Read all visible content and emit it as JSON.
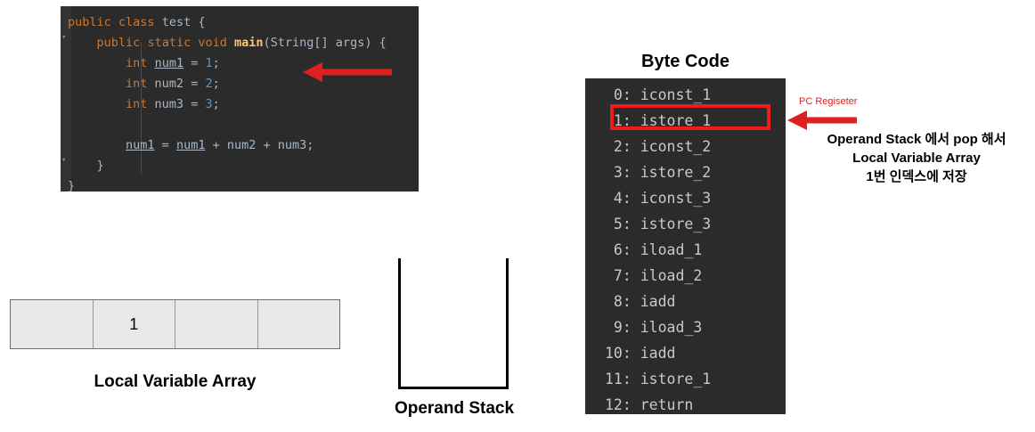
{
  "code_panel": {
    "name": "java-source-editor",
    "language": "java",
    "background": "#2b2b2b",
    "colors": {
      "keyword": "#cc7832",
      "number": "#6897bb",
      "method": "#ffc66d",
      "plain": "#a9b7c6",
      "gutter": "#313335"
    },
    "lines": [
      {
        "tokens": [
          {
            "t": "public",
            "c": "kw"
          },
          {
            "t": " ",
            "c": "pln"
          },
          {
            "t": "class",
            "c": "kw"
          },
          {
            "t": " test ",
            "c": "pln"
          },
          {
            "t": "{",
            "c": "pln"
          }
        ]
      },
      {
        "tokens": [
          {
            "t": "    ",
            "c": "pln"
          },
          {
            "t": "public",
            "c": "kw"
          },
          {
            "t": " ",
            "c": "pln"
          },
          {
            "t": "static",
            "c": "kw"
          },
          {
            "t": " ",
            "c": "pln"
          },
          {
            "t": "void",
            "c": "kw"
          },
          {
            "t": " ",
            "c": "pln"
          },
          {
            "t": "main",
            "c": "mth"
          },
          {
            "t": "(String[] args) {",
            "c": "pln"
          }
        ]
      },
      {
        "tokens": [
          {
            "t": "        ",
            "c": "pln"
          },
          {
            "t": "int",
            "c": "typ"
          },
          {
            "t": " ",
            "c": "pln"
          },
          {
            "t": "num1",
            "c": "und"
          },
          {
            "t": " = ",
            "c": "pln"
          },
          {
            "t": "1",
            "c": "num"
          },
          {
            "t": ";",
            "c": "pln"
          }
        ]
      },
      {
        "tokens": [
          {
            "t": "        ",
            "c": "pln"
          },
          {
            "t": "int",
            "c": "typ"
          },
          {
            "t": " num2 = ",
            "c": "pln"
          },
          {
            "t": "2",
            "c": "num"
          },
          {
            "t": ";",
            "c": "pln"
          }
        ]
      },
      {
        "tokens": [
          {
            "t": "        ",
            "c": "pln"
          },
          {
            "t": "int",
            "c": "typ"
          },
          {
            "t": " num3 = ",
            "c": "pln"
          },
          {
            "t": "3",
            "c": "num"
          },
          {
            "t": ";",
            "c": "pln"
          }
        ]
      },
      {
        "tokens": [
          {
            "t": "",
            "c": "pln"
          }
        ]
      },
      {
        "tokens": [
          {
            "t": "        ",
            "c": "pln"
          },
          {
            "t": "num1",
            "c": "und"
          },
          {
            "t": " = ",
            "c": "pln"
          },
          {
            "t": "num1",
            "c": "und"
          },
          {
            "t": " + num2 + num3;",
            "c": "pln"
          }
        ]
      },
      {
        "tokens": [
          {
            "t": "    }",
            "c": "pln"
          }
        ]
      },
      {
        "tokens": [
          {
            "t": "}",
            "c": "pln"
          }
        ]
      }
    ],
    "fold_marks": [
      "⌵",
      "⌵"
    ],
    "arrow": {
      "name": "code-pointer-arrow",
      "direction": "left",
      "color": "#e02020"
    }
  },
  "local_variable_array": {
    "caption": "Local Variable Array",
    "cells": [
      "",
      "1",
      "",
      ""
    ],
    "fill": "#e8e8e8",
    "border": "#6e6e6e"
  },
  "operand_stack": {
    "caption": "Operand Stack",
    "items": [],
    "border": "#000000"
  },
  "byte_code": {
    "title": "Byte Code",
    "background": "#2b2b2b",
    "instructions": [
      {
        "index": "0",
        "mnemonic": "iconst_1"
      },
      {
        "index": "1",
        "mnemonic": "istore_1"
      },
      {
        "index": "2",
        "mnemonic": "iconst_2"
      },
      {
        "index": "3",
        "mnemonic": "istore_2"
      },
      {
        "index": "4",
        "mnemonic": "iconst_3"
      },
      {
        "index": "5",
        "mnemonic": "istore_3"
      },
      {
        "index": "6",
        "mnemonic": "iload_1"
      },
      {
        "index": "7",
        "mnemonic": "iload_2"
      },
      {
        "index": "8",
        "mnemonic": "iadd"
      },
      {
        "index": "9",
        "mnemonic": "iload_3"
      },
      {
        "index": "10",
        "mnemonic": "iadd"
      },
      {
        "index": "11",
        "mnemonic": "istore_1"
      },
      {
        "index": "12",
        "mnemonic": "return"
      }
    ],
    "highlight": {
      "instruction_index": "1",
      "color": "#ee1c1c"
    }
  },
  "pc_register": {
    "label": "PC Regiseter",
    "label_color": "#e02020",
    "arrow_color": "#e02020",
    "note_lines": [
      "Operand Stack 에서 pop 해서",
      "Local Variable Array",
      "1번 인덱스에 저장"
    ]
  }
}
